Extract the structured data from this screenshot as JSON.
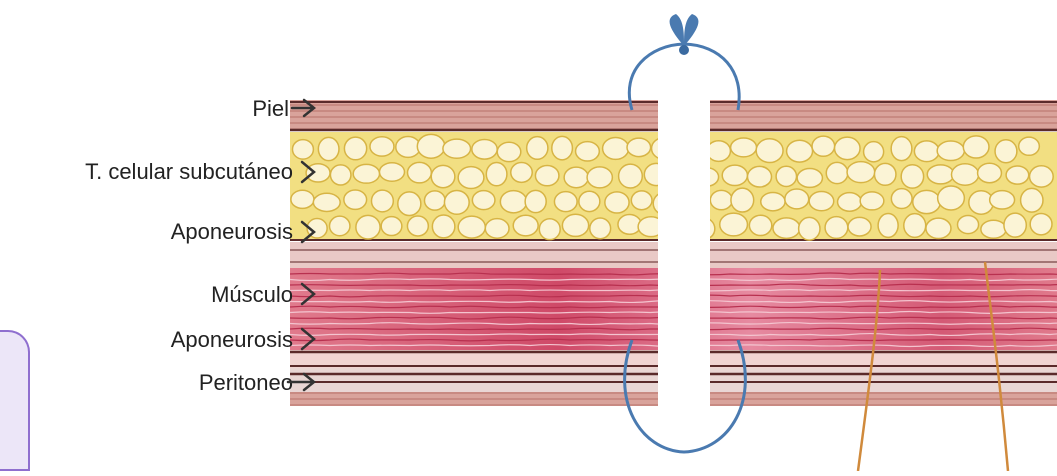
{
  "labels": {
    "piel": "Piel",
    "tejido": "T. celular subcutáneo",
    "aponeurosis_1": "Aponeurosis",
    "musculo": "Músculo",
    "aponeurosis_2": "Aponeurosis",
    "peritoneo": "Peritoneo"
  },
  "colors": {
    "skin": "#c98c84",
    "fat_bg": "#f2df82",
    "fat_lobule": "#fbf4d6",
    "muscle": "#d8637a",
    "dark_line": "#5a2a2a",
    "suture": "#4a7ab0",
    "vessel": "#d08a3c",
    "tab_fill": "#ece6f8",
    "tab_border": "#8f6fcf"
  },
  "icons": [
    "suture-loop",
    "suture-knot"
  ]
}
